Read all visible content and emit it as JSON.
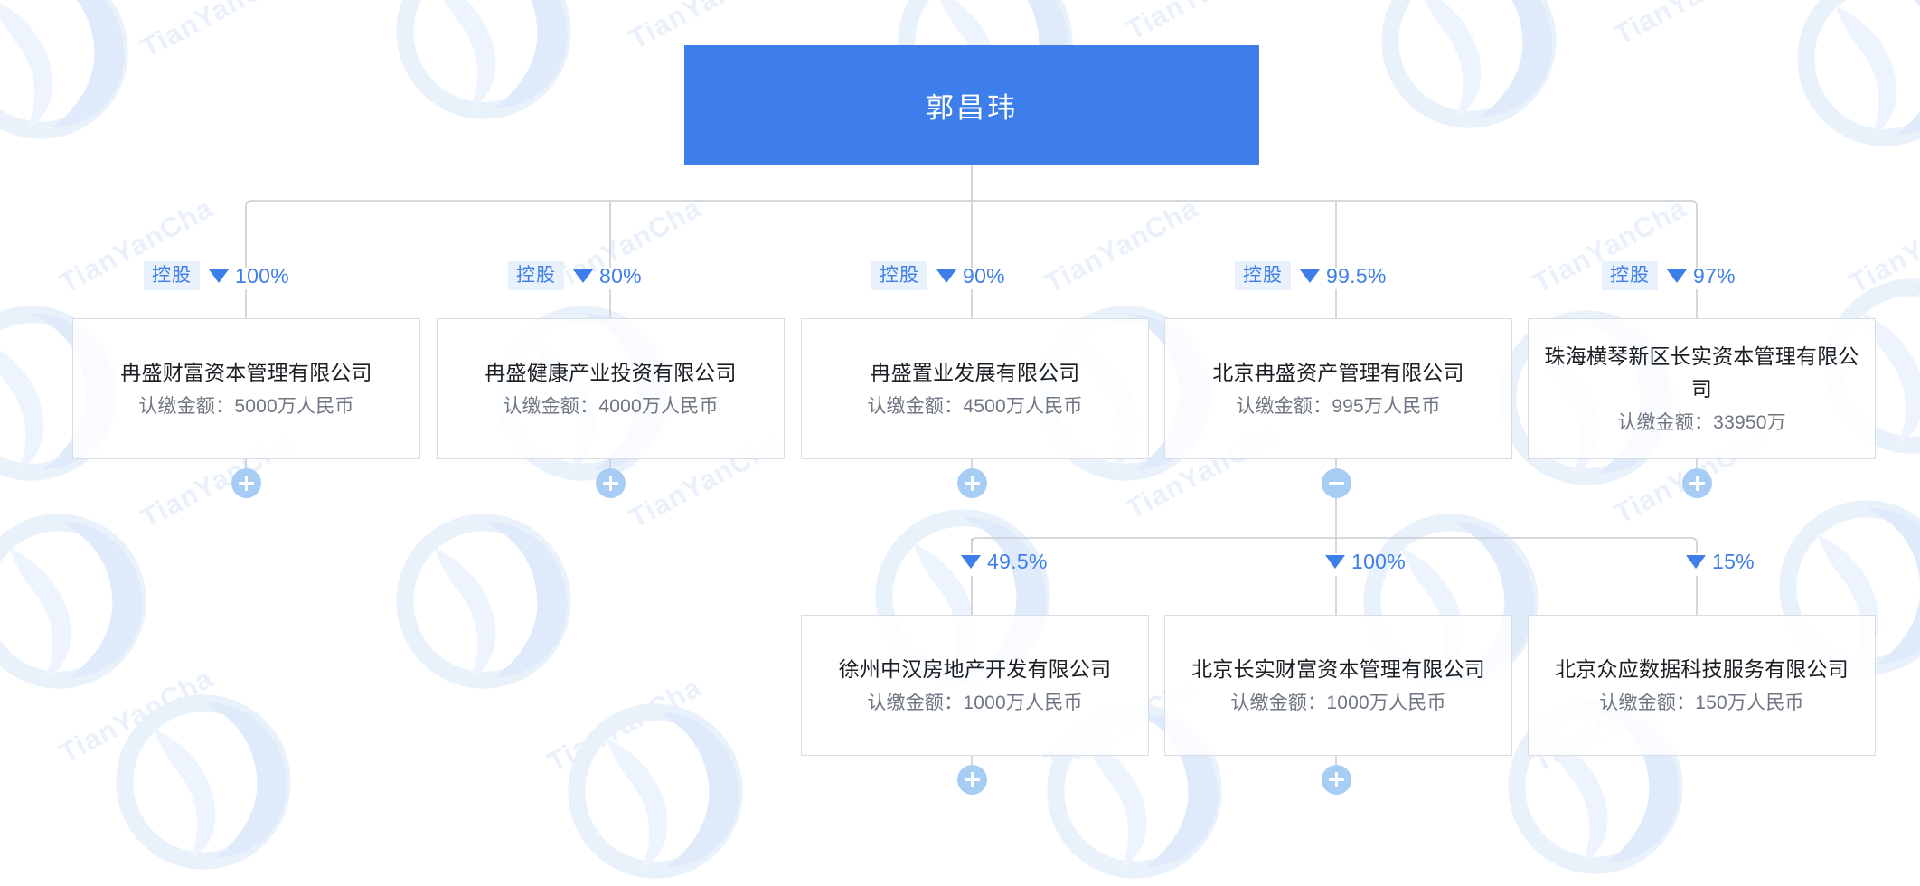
{
  "brand": {
    "watermark_text": "TianYanCha",
    "accent_color": "#3d7eea",
    "badge_bg_color": "#e9f1fd",
    "toggle_color": "#a8cdf5",
    "node_border_color": "#d8dce3",
    "edge_color": "#c9cdd4"
  },
  "root": {
    "name": "郭昌玮"
  },
  "labels": {
    "control_badge": "控股",
    "amount_prefix": "认缴金额：",
    "expand_icon": "plus-icon",
    "collapse_icon": "minus-icon"
  },
  "level1": [
    {
      "name": "冉盛财富资本管理有限公司",
      "amount": "认缴金额：5000万人民币",
      "relation": "控股",
      "percent": "100%",
      "toggle": "plus"
    },
    {
      "name": "冉盛健康产业投资有限公司",
      "amount": "认缴金额：4000万人民币",
      "relation": "控股",
      "percent": "80%",
      "toggle": "plus"
    },
    {
      "name": "冉盛置业发展有限公司",
      "amount": "认缴金额：4500万人民币",
      "relation": "控股",
      "percent": "90%",
      "toggle": "plus"
    },
    {
      "name": "北京冉盛资产管理有限公司",
      "amount": "认缴金额：995万人民币",
      "relation": "控股",
      "percent": "99.5%",
      "toggle": "minus"
    },
    {
      "name": "珠海横琴新区长实资本管理有限公司",
      "amount": "认缴金额：33950万",
      "relation": "控股",
      "percent": "97%",
      "toggle": "plus"
    }
  ],
  "level2": [
    {
      "name": "徐州中汉房地产开发有限公司",
      "amount": "认缴金额：1000万人民币",
      "relation": "",
      "percent": "49.5%",
      "toggle": "plus"
    },
    {
      "name": "北京长实财富资本管理有限公司",
      "amount": "认缴金额：1000万人民币",
      "relation": "",
      "percent": "100%",
      "toggle": "plus"
    },
    {
      "name": "北京众应数据科技服务有限公司",
      "amount": "认缴金额：150万人民币",
      "relation": "",
      "percent": "15%",
      "toggle": "none"
    }
  ],
  "chart_data": {
    "type": "diagram",
    "diagram_type": "equity-ownership-tree",
    "root": "郭昌玮",
    "edges": [
      {
        "from": "郭昌玮",
        "to": "冉盛财富资本管理有限公司",
        "relation": "控股",
        "percent": 100
      },
      {
        "from": "郭昌玮",
        "to": "冉盛健康产业投资有限公司",
        "relation": "控股",
        "percent": 80
      },
      {
        "from": "郭昌玮",
        "to": "冉盛置业发展有限公司",
        "relation": "控股",
        "percent": 90
      },
      {
        "from": "郭昌玮",
        "to": "北京冉盛资产管理有限公司",
        "relation": "控股",
        "percent": 99.5
      },
      {
        "from": "郭昌玮",
        "to": "珠海横琴新区长实资本管理有限公司",
        "relation": "控股",
        "percent": 97
      },
      {
        "from": "冉盛置业发展有限公司",
        "to": "徐州中汉房地产开发有限公司",
        "relation": "",
        "percent": 49.5
      },
      {
        "from": "北京冉盛资产管理有限公司",
        "to": "北京长实财富资本管理有限公司",
        "relation": "",
        "percent": 100
      },
      {
        "from": "珠海横琴新区长实资本管理有限公司",
        "to": "北京众应数据科技服务有限公司",
        "relation": "",
        "percent": 15
      }
    ]
  }
}
